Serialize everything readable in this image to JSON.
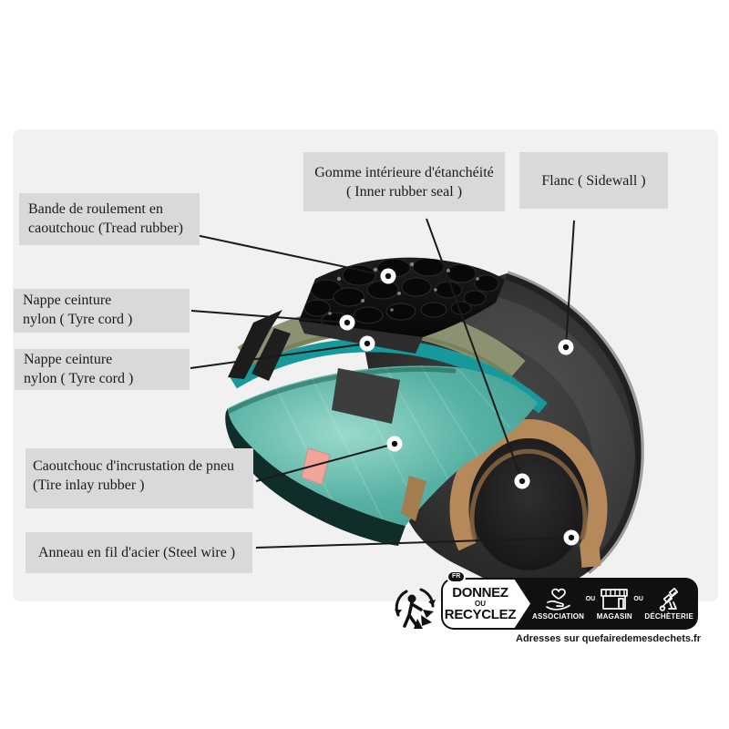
{
  "page": {
    "background": "#ffffff"
  },
  "panel": {
    "background": "#f1f1f2"
  },
  "label_style": {
    "background": "#d9d9d9",
    "text_color": "#1b1b1b"
  },
  "labels": [
    {
      "id": "tread",
      "line1": "Bande de roulement en",
      "line2": "caoutchouc (Tread rubber)"
    },
    {
      "id": "inner-seal",
      "line1": "Gomme intérieure d'étanchéité",
      "line2": "( Inner rubber seal )"
    },
    {
      "id": "sidewall",
      "line1": "Flanc ( Sidewall )"
    },
    {
      "id": "cord-1",
      "line1": "Nappe ceinture",
      "line2": "nylon ( Tyre cord )"
    },
    {
      "id": "cord-2",
      "line1": "Nappe ceinture",
      "line2": "nylon ( Tyre cord )"
    },
    {
      "id": "inlay",
      "line1": "Caoutchouc d'incrustation de pneu",
      "line2": "(Tire inlay rubber )"
    },
    {
      "id": "steel-wire",
      "line1": "Anneau en fil d'acier (Steel wire )"
    }
  ],
  "tire": {
    "colors": {
      "body": "#2e2e2e",
      "tread": "#111111",
      "cord_olive": "#8b9171",
      "cord_teal": "#17999b",
      "liner_teal": "#4fae9f",
      "liner_dark": "#0f2d29",
      "pink": "#f0a49a",
      "bead_brown": "#b5895a",
      "patch_gray": "#3d3d3d"
    }
  },
  "badge": {
    "fr": "FR",
    "donnez": "DONNEZ",
    "ou": "OU",
    "recyclez": "RECYCLEZ",
    "separator": "OU",
    "options": [
      {
        "icon": "heart-hand-icon",
        "label": "ASSOCIATION"
      },
      {
        "icon": "store-icon",
        "label": "MAGASIN"
      },
      {
        "icon": "decheterie-icon",
        "label": "DÉCHÈTERIE"
      }
    ],
    "footer": "Adresses sur quefairedemesdechets.fr",
    "colors": {
      "badge_bg": "#101010",
      "badge_fg": "#ffffff"
    }
  }
}
